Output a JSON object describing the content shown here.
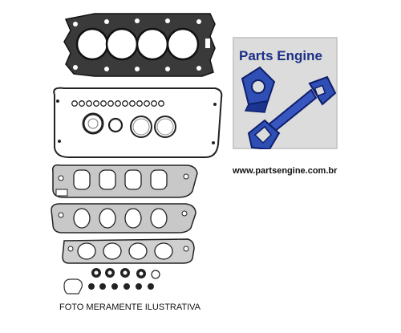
{
  "logo": {
    "title": "Parts Engine",
    "website": "www.partsengine.com.br"
  },
  "caption": "FOTO MERAMENTE ILUSTRATIVA",
  "colors": {
    "logo_background": "#dcdcdc",
    "logo_frame": "#2a3f9e",
    "logo_text": "#1b2f86",
    "gasket_dark": "#222222",
    "gasket_light": "#c8c8c8"
  }
}
